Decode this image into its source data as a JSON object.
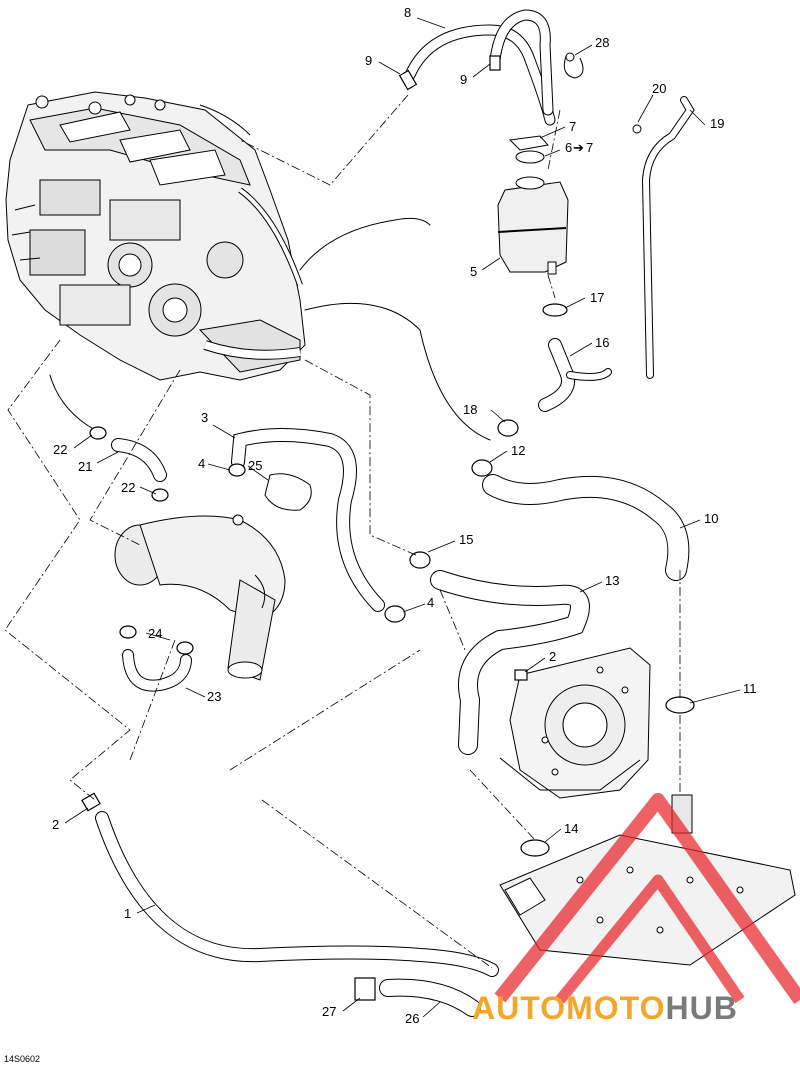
{
  "diagram": {
    "drawing_code": "14S0602",
    "callouts": {
      "c1": "1",
      "c2a": "2",
      "c2b": "2",
      "c3": "3",
      "c4a": "4",
      "c4b": "4",
      "c5": "5",
      "c6": "6",
      "c7a": "7",
      "c7b": "7",
      "c8": "8",
      "c9a": "9",
      "c9b": "9",
      "c10": "10",
      "c11": "11",
      "c12": "12",
      "c13": "13",
      "c14": "14",
      "c15": "15",
      "c16": "16",
      "c17": "17",
      "c18": "18",
      "c19": "19",
      "c20": "20",
      "c21": "21",
      "c22a": "22",
      "c22b": "22",
      "c23": "23",
      "c24": "24",
      "c25": "25",
      "c26": "26",
      "c27": "27",
      "c28": "28"
    },
    "arrow_glyph": "➔"
  },
  "watermark": {
    "brand_part1": "AUTOMOTO",
    "brand_part2": "HUB",
    "triangle_color": "#e8262b",
    "brand_color1": "#f4a62a",
    "brand_color2": "#7a7a7a"
  }
}
